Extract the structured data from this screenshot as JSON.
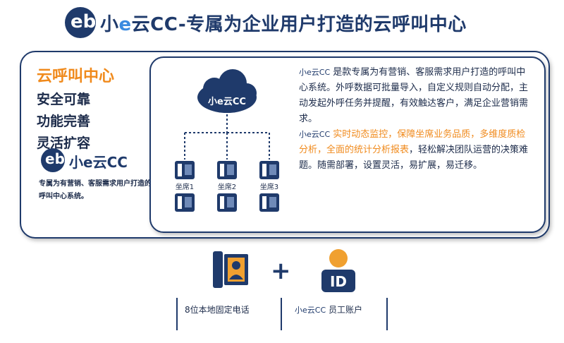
{
  "header": {
    "logo_text": "eb",
    "title_prefix": "小",
    "title_e": "e",
    "title_rest": "云CC-专属为企业用户打造的云呼叫中心"
  },
  "left": {
    "slogans": [
      "云呼叫中心",
      "安全可靠",
      "功能完善",
      "灵活扩容"
    ],
    "brand_name": "小e云CC",
    "brand_desc": "专属为有营销、客服需求用户打造的呼叫中心系统。"
  },
  "diagram": {
    "cloud_label": "小e云CC",
    "seats": [
      "坐席1",
      "坐席2",
      "坐席3"
    ]
  },
  "description": {
    "brand_mini": "小e云CC",
    "para1": " 是款专属为有营销、客服需求用户打造的呼叫中心系统。外呼数据可批量导入，自定义规则自动分配，主动发起外呼任务并提醒，有效触达客户，满足企业营销需求。",
    "para2_highlight": " 实时动态监控，保障坐席业务品质，多维度质检分析，全面的统计分析报表",
    "para2_rest": "，轻松解决团队运营的决策难题。随需部署，设置灵活，易扩展，易迁移。"
  },
  "bottom": {
    "plus": "+",
    "id_text": "ID",
    "label_phone": "8位本地固定电话",
    "label_account_brand": "小e云CC",
    "label_account": " 员工账户"
  },
  "colors": {
    "navy": "#1f3a6b",
    "orange": "#f08a1c",
    "blue": "#3b8be0"
  }
}
